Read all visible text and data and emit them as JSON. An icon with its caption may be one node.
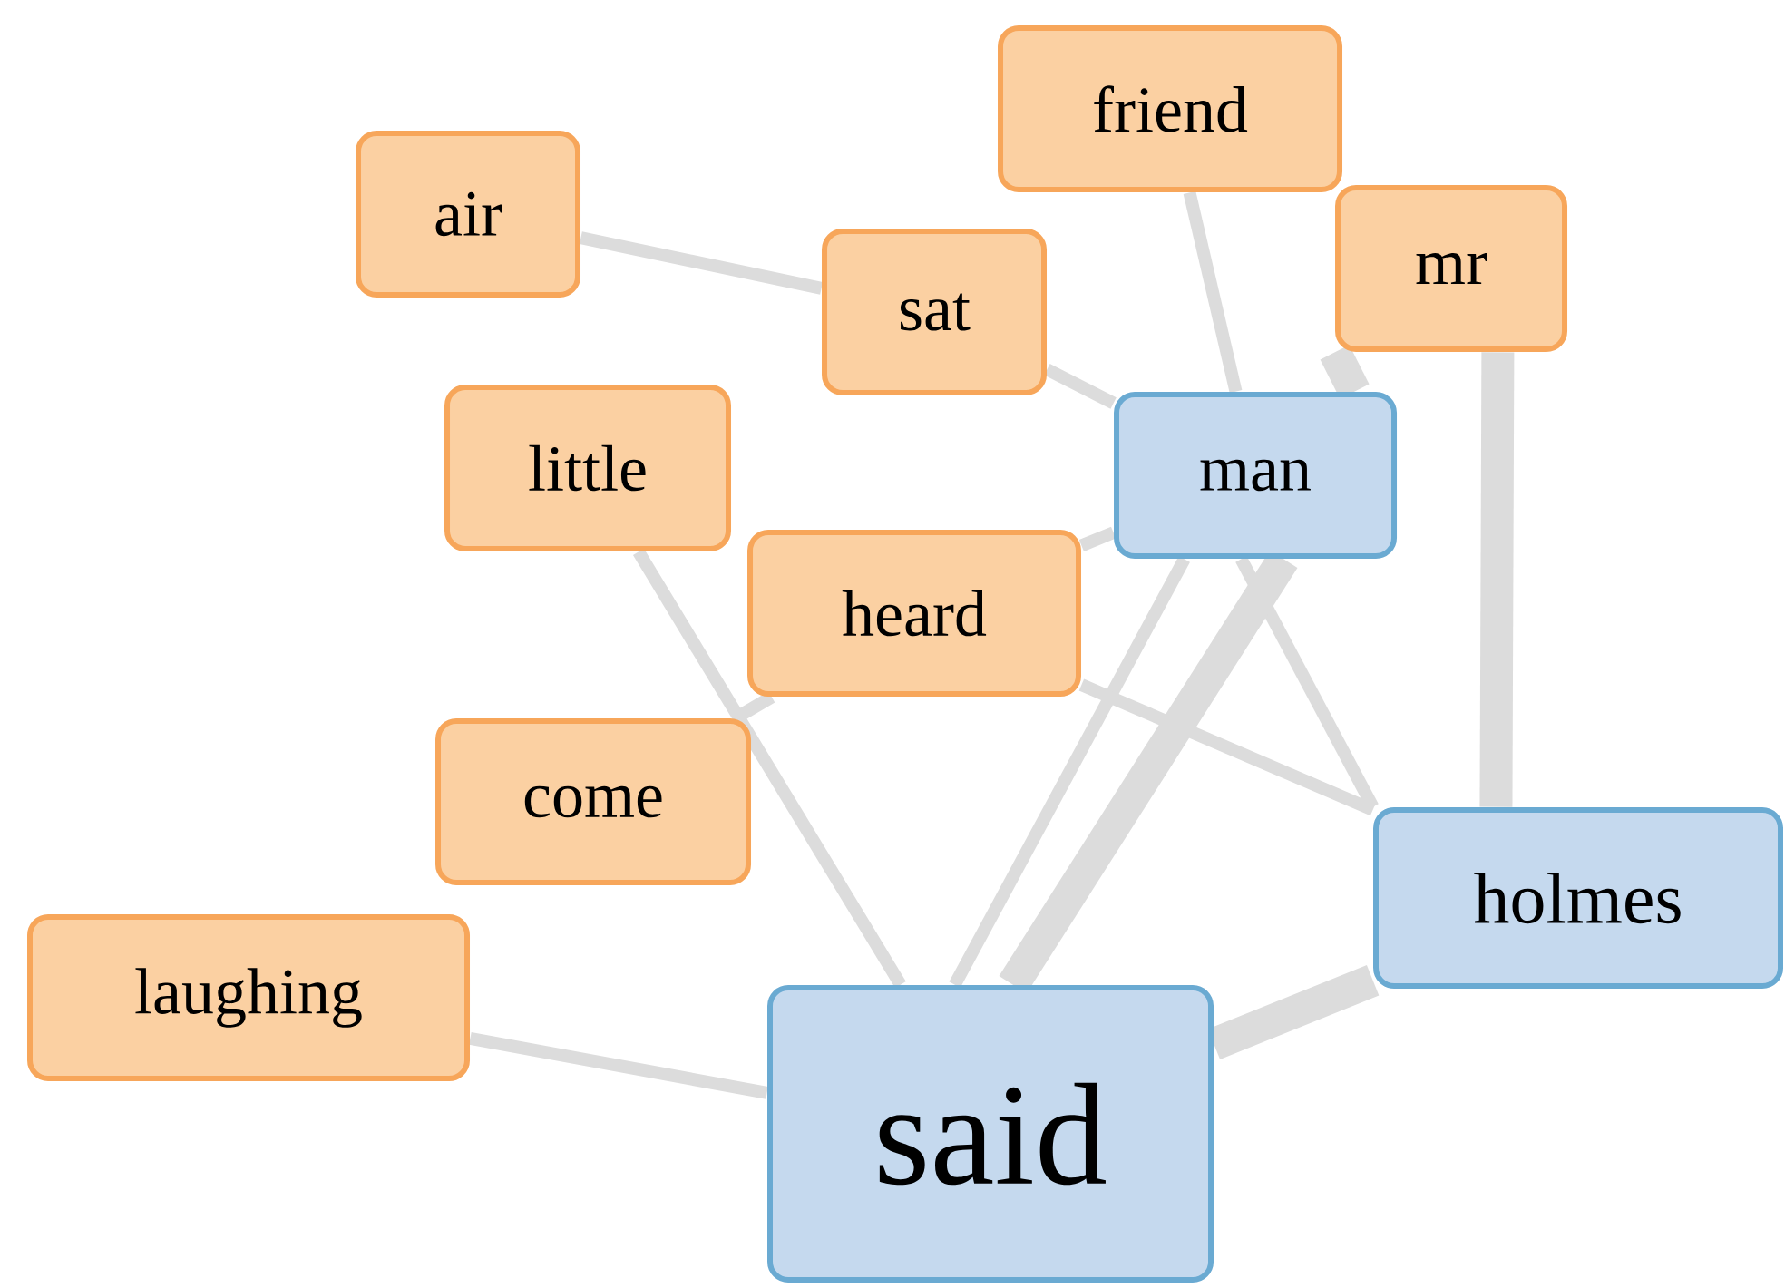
{
  "diagram": {
    "nodes": [
      {
        "text": [
          "friend"
        ]
      },
      {
        "text": [
          "air"
        ]
      },
      {
        "text": [
          "sat"
        ]
      },
      {
        "text": [
          "mr"
        ]
      },
      {
        "text": [
          "man"
        ]
      },
      {
        "text": [
          "little"
        ]
      },
      {
        "text": [
          "heard"
        ]
      },
      {
        "text": [
          "come"
        ]
      },
      {
        "text": [
          "holmes"
        ]
      },
      {
        "text": [
          "laughing"
        ]
      },
      {
        "text": [
          "said"
        ]
      }
    ],
    "edges": [
      {
        "from": 1,
        "to": 2,
        "arrow": "none"
      },
      {
        "from": 2,
        "to": 4,
        "arrow": "none"
      },
      {
        "from": 0,
        "to": 4,
        "arrow": "none"
      },
      {
        "from": 3,
        "to": 4,
        "arrow": "none",
        "style": "thick"
      },
      {
        "from": 3,
        "to": 8,
        "arrow": "none",
        "style": "thick"
      },
      {
        "from": 4,
        "to": 8,
        "arrow": "none"
      },
      {
        "from": 4,
        "to": 10,
        "arrow": "none"
      },
      {
        "from": 5,
        "to": 10,
        "arrow": "none"
      },
      {
        "from": 7,
        "to": 6,
        "arrow": "none"
      },
      {
        "from": 6,
        "to": 4,
        "arrow": "none"
      },
      {
        "from": 4,
        "to": 10,
        "arrow": "none",
        "style": "thick"
      },
      {
        "from": 6,
        "to": 8,
        "arrow": "none"
      },
      {
        "from": 9,
        "to": 10,
        "arrow": "none"
      },
      {
        "from": 8,
        "to": 10,
        "arrow": "none",
        "style": "thick"
      }
    ]
  }
}
